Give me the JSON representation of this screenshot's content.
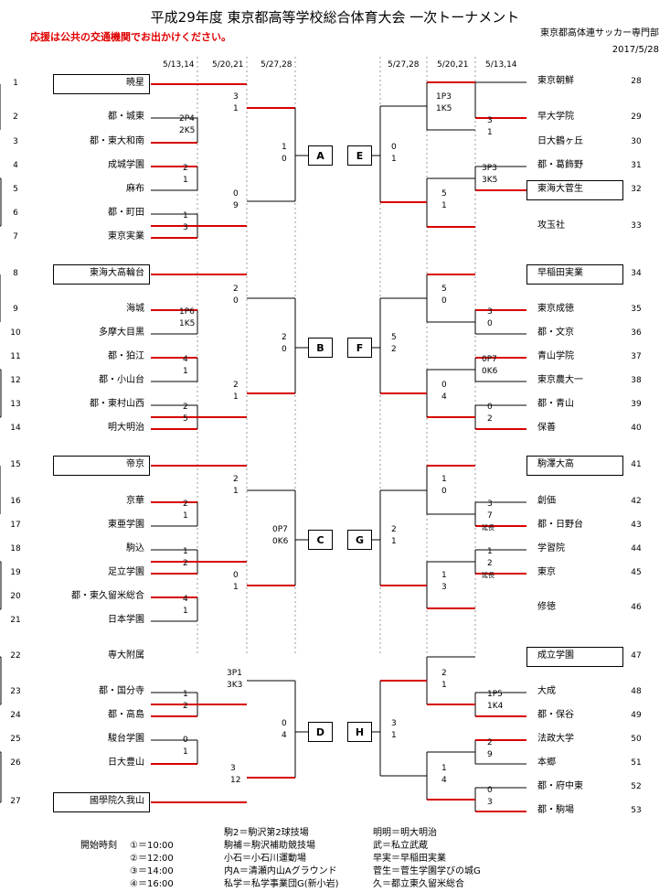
{
  "title": "平成29年度 東京都高等学校総合体育大会 一次トーナメント",
  "notice": "応援は公共の交通機関でお出かけください。",
  "organizer": "東京都高体連サッカー専門部",
  "date": "2017/5/28",
  "round_dates_left": [
    "5/13,14",
    "5/20,21",
    "5/27,28"
  ],
  "round_dates_right": [
    "5/27,28",
    "5/20,21",
    "5/13,14"
  ],
  "left_teams": [
    {
      "no": "1",
      "name": "暁星",
      "seed": true
    },
    {
      "no": "2",
      "name": "都・城東"
    },
    {
      "no": "3",
      "name": "都・東大和南"
    },
    {
      "no": "4",
      "name": "成城学園"
    },
    {
      "no": "5",
      "name": "麻布"
    },
    {
      "no": "6",
      "name": "都・町田"
    },
    {
      "no": "7",
      "name": "東京実業"
    },
    {
      "no": "8",
      "name": "東海大高輪台",
      "seed": true
    },
    {
      "no": "9",
      "name": "海城"
    },
    {
      "no": "10",
      "name": "多摩大目黒"
    },
    {
      "no": "11",
      "name": "都・狛江"
    },
    {
      "no": "12",
      "name": "都・小山台"
    },
    {
      "no": "13",
      "name": "都・東村山西"
    },
    {
      "no": "14",
      "name": "明大明治"
    },
    {
      "no": "15",
      "name": "帝京",
      "seed": true
    },
    {
      "no": "16",
      "name": "京華"
    },
    {
      "no": "17",
      "name": "東亜学園"
    },
    {
      "no": "18",
      "name": "駒込"
    },
    {
      "no": "19",
      "name": "足立学園"
    },
    {
      "no": "20",
      "name": "都・東久留米総合"
    },
    {
      "no": "21",
      "name": "日本学園"
    },
    {
      "no": "22",
      "name": "専大附属"
    },
    {
      "no": "23",
      "name": "都・国分寺"
    },
    {
      "no": "24",
      "name": "都・高島"
    },
    {
      "no": "25",
      "name": "駿台学園"
    },
    {
      "no": "26",
      "name": "日大豊山"
    },
    {
      "no": "27",
      "name": "國學院久我山",
      "seed": true
    }
  ],
  "right_teams": [
    {
      "no": "28",
      "name": "東京朝鮮"
    },
    {
      "no": "29",
      "name": "早大学院"
    },
    {
      "no": "30",
      "name": "日大鶴ヶ丘"
    },
    {
      "no": "31",
      "name": "都・葛飾野"
    },
    {
      "no": "32",
      "name": "東海大菅生",
      "seed": true
    },
    {
      "no": "33",
      "name": "攻玉社"
    },
    {
      "no": "34",
      "name": "早稲田実業",
      "seed": true
    },
    {
      "no": "35",
      "name": "東京成徳"
    },
    {
      "no": "36",
      "name": "都・文京"
    },
    {
      "no": "37",
      "name": "青山学院"
    },
    {
      "no": "38",
      "name": "東京農大一"
    },
    {
      "no": "39",
      "name": "都・青山"
    },
    {
      "no": "40",
      "name": "保善"
    },
    {
      "no": "41",
      "name": "駒澤大高",
      "seed": true
    },
    {
      "no": "42",
      "name": "創価"
    },
    {
      "no": "43",
      "name": "都・日野台"
    },
    {
      "no": "44",
      "name": "学習院"
    },
    {
      "no": "45",
      "name": "東京"
    },
    {
      "no": "46",
      "name": "修徳"
    },
    {
      "no": "47",
      "name": "成立学園",
      "seed": true
    },
    {
      "no": "48",
      "name": "大成"
    },
    {
      "no": "49",
      "name": "都・保谷"
    },
    {
      "no": "50",
      "name": "法政大学"
    },
    {
      "no": "51",
      "name": "本郷"
    },
    {
      "no": "52",
      "name": "都・府中東"
    },
    {
      "no": "53",
      "name": "都・駒場"
    }
  ],
  "block_labels": {
    "left": [
      "A",
      "B",
      "C",
      "D"
    ],
    "right": [
      "E",
      "F",
      "G",
      "H"
    ]
  },
  "scores": [
    {
      "side": "L",
      "t": "2P4",
      "b": "2K5"
    },
    {
      "side": "L",
      "t": "2",
      "b": "1"
    },
    {
      "side": "L",
      "t": "1",
      "b": "3"
    },
    {
      "side": "L",
      "t": "3",
      "b": "1"
    },
    {
      "side": "L",
      "t": "0",
      "b": "9"
    },
    {
      "side": "L",
      "t": "1",
      "b": "0"
    },
    {
      "side": "L",
      "t": "1P6",
      "b": "1K5"
    },
    {
      "side": "L",
      "t": "4",
      "b": "1"
    },
    {
      "side": "L",
      "t": "2",
      "b": "5"
    },
    {
      "side": "L",
      "t": "2",
      "b": "0"
    },
    {
      "side": "L",
      "t": "2",
      "b": "1"
    },
    {
      "side": "L",
      "t": "2",
      "b": "0"
    },
    {
      "side": "L",
      "t": "2",
      "b": "1"
    },
    {
      "side": "L",
      "t": "1",
      "b": "2"
    },
    {
      "side": "L",
      "t": "2",
      "b": "1"
    },
    {
      "side": "L",
      "t": "4",
      "b": "1"
    },
    {
      "side": "L",
      "t": "0",
      "b": "1"
    },
    {
      "side": "L",
      "t": "0P7",
      "b": "0K6"
    },
    {
      "side": "L",
      "t": "1",
      "b": "2"
    },
    {
      "side": "L",
      "t": "0",
      "b": "1"
    },
    {
      "side": "L",
      "t": "3P1",
      "b": "3K3"
    },
    {
      "side": "L",
      "t": "3",
      "b": "12"
    },
    {
      "side": "L",
      "t": "0",
      "b": "4"
    },
    {
      "side": "R",
      "t": "3",
      "b": "1"
    },
    {
      "side": "R",
      "t": "3P3",
      "b": "3K5"
    },
    {
      "side": "R",
      "t": "1P3",
      "b": "1K5"
    },
    {
      "side": "R",
      "t": "5",
      "b": "1"
    },
    {
      "side": "R",
      "t": "0",
      "b": "1"
    },
    {
      "side": "R",
      "t": "3",
      "b": "0"
    },
    {
      "side": "R",
      "t": "0P7",
      "b": "0K6"
    },
    {
      "side": "R",
      "t": "0",
      "b": "2"
    },
    {
      "side": "R",
      "t": "5",
      "b": "0"
    },
    {
      "side": "R",
      "t": "0",
      "b": "4"
    },
    {
      "side": "R",
      "t": "5",
      "b": "2"
    },
    {
      "side": "R",
      "t": "3",
      "b": "7",
      "note": "延長"
    },
    {
      "side": "R",
      "t": "1",
      "b": "2",
      "note": "延長"
    },
    {
      "side": "R",
      "t": "1",
      "b": "0"
    },
    {
      "side": "R",
      "t": "1",
      "b": "3"
    },
    {
      "side": "R",
      "t": "2",
      "b": "1"
    },
    {
      "side": "R",
      "t": "1P5",
      "b": "1K4"
    },
    {
      "side": "R",
      "t": "2",
      "b": "9"
    },
    {
      "side": "R",
      "t": "0",
      "b": "3"
    },
    {
      "side": "R",
      "t": "2",
      "b": "1"
    },
    {
      "side": "R",
      "t": "1",
      "b": "4"
    },
    {
      "side": "R",
      "t": "3",
      "b": "1"
    }
  ],
  "footer": {
    "times_label": "開始時刻",
    "times": [
      "①＝10:00",
      "②＝12:00",
      "③＝14:00",
      "④＝16:00"
    ],
    "venues": [
      "駒2＝駒沢第2球技場",
      "駒補＝駒沢補助競技場",
      "小石＝小石川運動場",
      "内A＝清瀬内山Aグラウンド",
      "私学＝私学事業団G(新小岩)"
    ],
    "abbrev": [
      "明明＝明大明治",
      "武＝私立武蔵",
      "早実＝早稲田実業",
      "菅生＝菅生学園学びの城G",
      "久＝都立東久留米総合"
    ]
  }
}
